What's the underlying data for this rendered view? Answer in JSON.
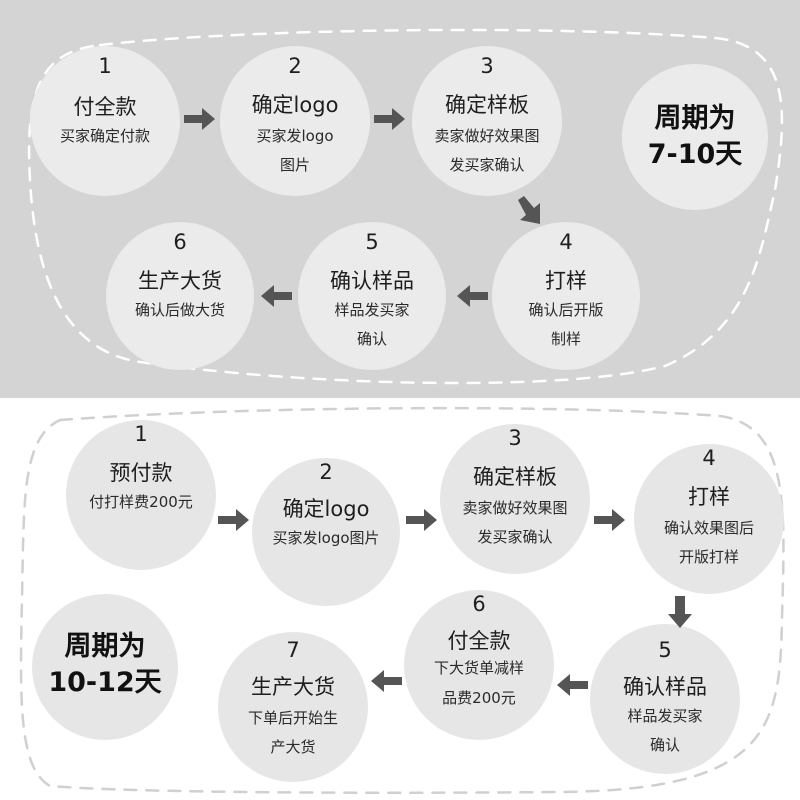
{
  "top": {
    "cycle": {
      "line1": "周期为",
      "line2": "7-10天"
    },
    "steps": [
      {
        "num": "1",
        "title": "付全款",
        "desc": [
          "买家确定付款"
        ]
      },
      {
        "num": "2",
        "title": "确定logo",
        "desc": [
          "买家发logo",
          "图片"
        ]
      },
      {
        "num": "3",
        "title": "确定样板",
        "desc": [
          "卖家做好效果图",
          "发买家确认"
        ]
      },
      {
        "num": "4",
        "title": "打样",
        "desc": [
          "确认后开版",
          "制样"
        ]
      },
      {
        "num": "5",
        "title": "确认样品",
        "desc": [
          "样品发买家",
          "确认"
        ]
      },
      {
        "num": "6",
        "title": "生产大货",
        "desc": [
          "确认后做大货"
        ]
      }
    ]
  },
  "bottom": {
    "cycle": {
      "line1": "周期为",
      "line2": "10-12天"
    },
    "steps": [
      {
        "num": "1",
        "title": "预付款",
        "desc": [
          "付打样费200元"
        ]
      },
      {
        "num": "2",
        "title": "确定logo",
        "desc": [
          "买家发logo图片"
        ]
      },
      {
        "num": "3",
        "title": "确定样板",
        "desc": [
          "卖家做好效果图",
          "发买家确认"
        ]
      },
      {
        "num": "4",
        "title": "打样",
        "desc": [
          "确认效果图后",
          "开版打样"
        ]
      },
      {
        "num": "5",
        "title": "确认样品",
        "desc": [
          "样品发买家",
          "确认"
        ]
      },
      {
        "num": "6",
        "title": "付全款",
        "desc": [
          "下大货单减样",
          "品费200元"
        ]
      },
      {
        "num": "7",
        "title": "生产大货",
        "desc": [
          "下单后开始生",
          "产大货"
        ]
      }
    ]
  },
  "colors": {
    "top_background": "#d4d4d4",
    "bottom_background": "#ffffff",
    "circle_fill": "#ebebeb",
    "arrow": "#555555",
    "dash_top": "#ffffff",
    "dash_bottom": "#d0d0d0"
  }
}
